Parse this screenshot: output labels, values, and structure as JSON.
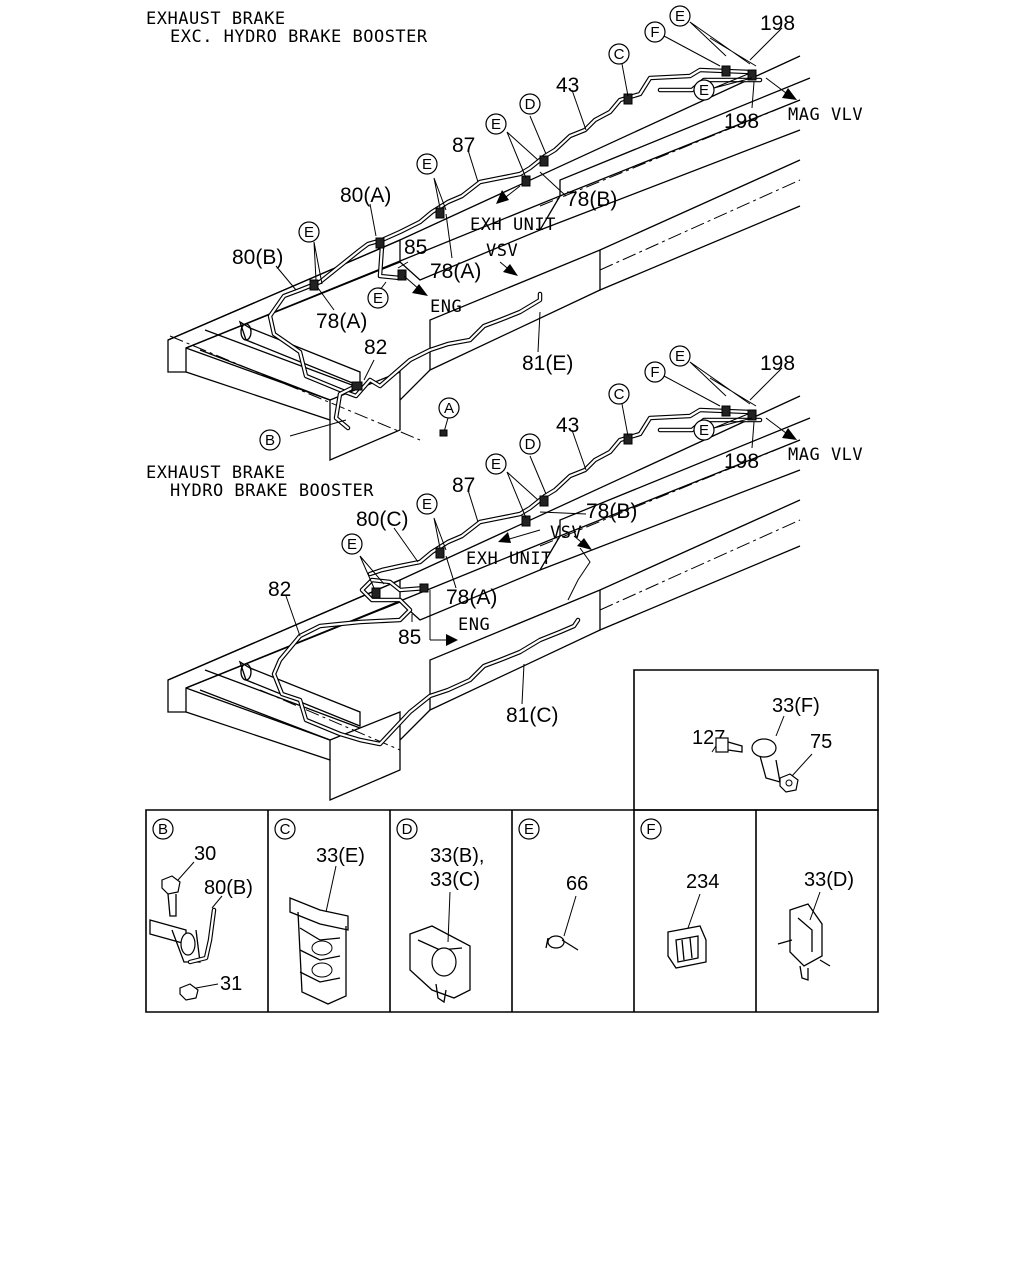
{
  "upper_view": {
    "title_line1": "EXHAUST BRAKE",
    "title_line2": "EXC. HYDRO BRAKE BOOSTER",
    "labels": {
      "p198_top": "198",
      "p198_bottom": "198",
      "mag_vlv": "MAG VLV",
      "p43": "43",
      "p87": "87",
      "p78b": "78(B)",
      "exh_unit": "EXH UNIT",
      "p80a": "80(A)",
      "p85": "85",
      "p78a_mid": "78(A)",
      "vsv": "VSV",
      "p80b": "80(B)",
      "eng": "ENG",
      "p78a_left": "78(A)",
      "p82": "82",
      "p81e": "81(E)"
    },
    "callouts": [
      "E",
      "F",
      "C",
      "D",
      "E",
      "E",
      "E",
      "E",
      "E",
      "A",
      "B"
    ]
  },
  "lower_view": {
    "title_line1": "EXHAUST BRAKE",
    "title_line2": "HYDRO BRAKE BOOSTER",
    "labels": {
      "p198_top": "198",
      "p198_bottom": "198",
      "mag_vlv": "MAG VLV",
      "p43": "43",
      "p87": "87",
      "p78b": "78(B)",
      "p80c": "80(C)",
      "exh_unit": "EXH UNIT",
      "vsv": "VSV",
      "p82": "82",
      "p78a": "78(A)",
      "p85": "85",
      "eng": "ENG",
      "p81c": "81(C)"
    }
  },
  "detail_panels": {
    "fastener": {
      "p127": "127",
      "p33f": "33(F)",
      "p75": "75"
    },
    "B": {
      "callout": "B",
      "p30": "30",
      "p80b": "80(B)",
      "p31": "31"
    },
    "C": {
      "callout": "C",
      "p33e": "33(E)"
    },
    "D": {
      "callout": "D",
      "p33b": "33(B),",
      "p33c": "33(C)"
    },
    "E": {
      "callout": "E",
      "p66": "66"
    },
    "F": {
      "callout": "F",
      "p234": "234"
    },
    "G": {
      "p33d": "33(D)"
    }
  }
}
